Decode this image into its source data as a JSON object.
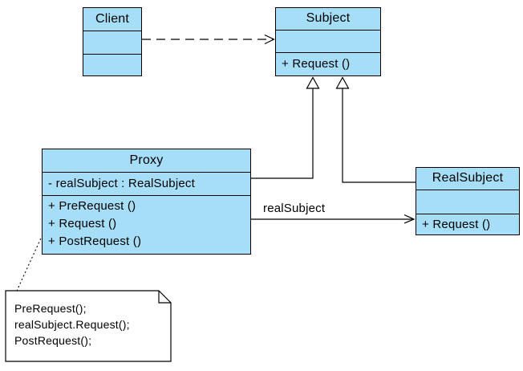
{
  "colors": {
    "class_fill": "#A6DEF7",
    "line": "#000000",
    "note_fill": "#FFFFFF",
    "background": "#FFFFFF"
  },
  "classes": {
    "client": {
      "name": "Client",
      "attributes": [],
      "methods": []
    },
    "subject": {
      "name": "Subject",
      "attributes": [],
      "methods": [
        "+ Request ()"
      ]
    },
    "proxy": {
      "name": "Proxy",
      "attributes": [
        "- realSubject : RealSubject"
      ],
      "methods": [
        "+ PreRequest ()",
        "+ Request ()",
        "+ PostRequest ()"
      ]
    },
    "realSubject": {
      "name": "RealSubject",
      "attributes": [],
      "methods": [
        "+ Request ()"
      ]
    }
  },
  "relations": {
    "client_to_subject": {
      "type": "dependency"
    },
    "proxy_to_subject": {
      "type": "generalization"
    },
    "realsubject_to_subject": {
      "type": "generalization"
    },
    "proxy_to_realsubject": {
      "type": "association",
      "label": "realSubject"
    }
  },
  "note": {
    "lines": [
      "PreRequest();",
      "realSubject.Request();",
      "PostRequest();"
    ]
  }
}
